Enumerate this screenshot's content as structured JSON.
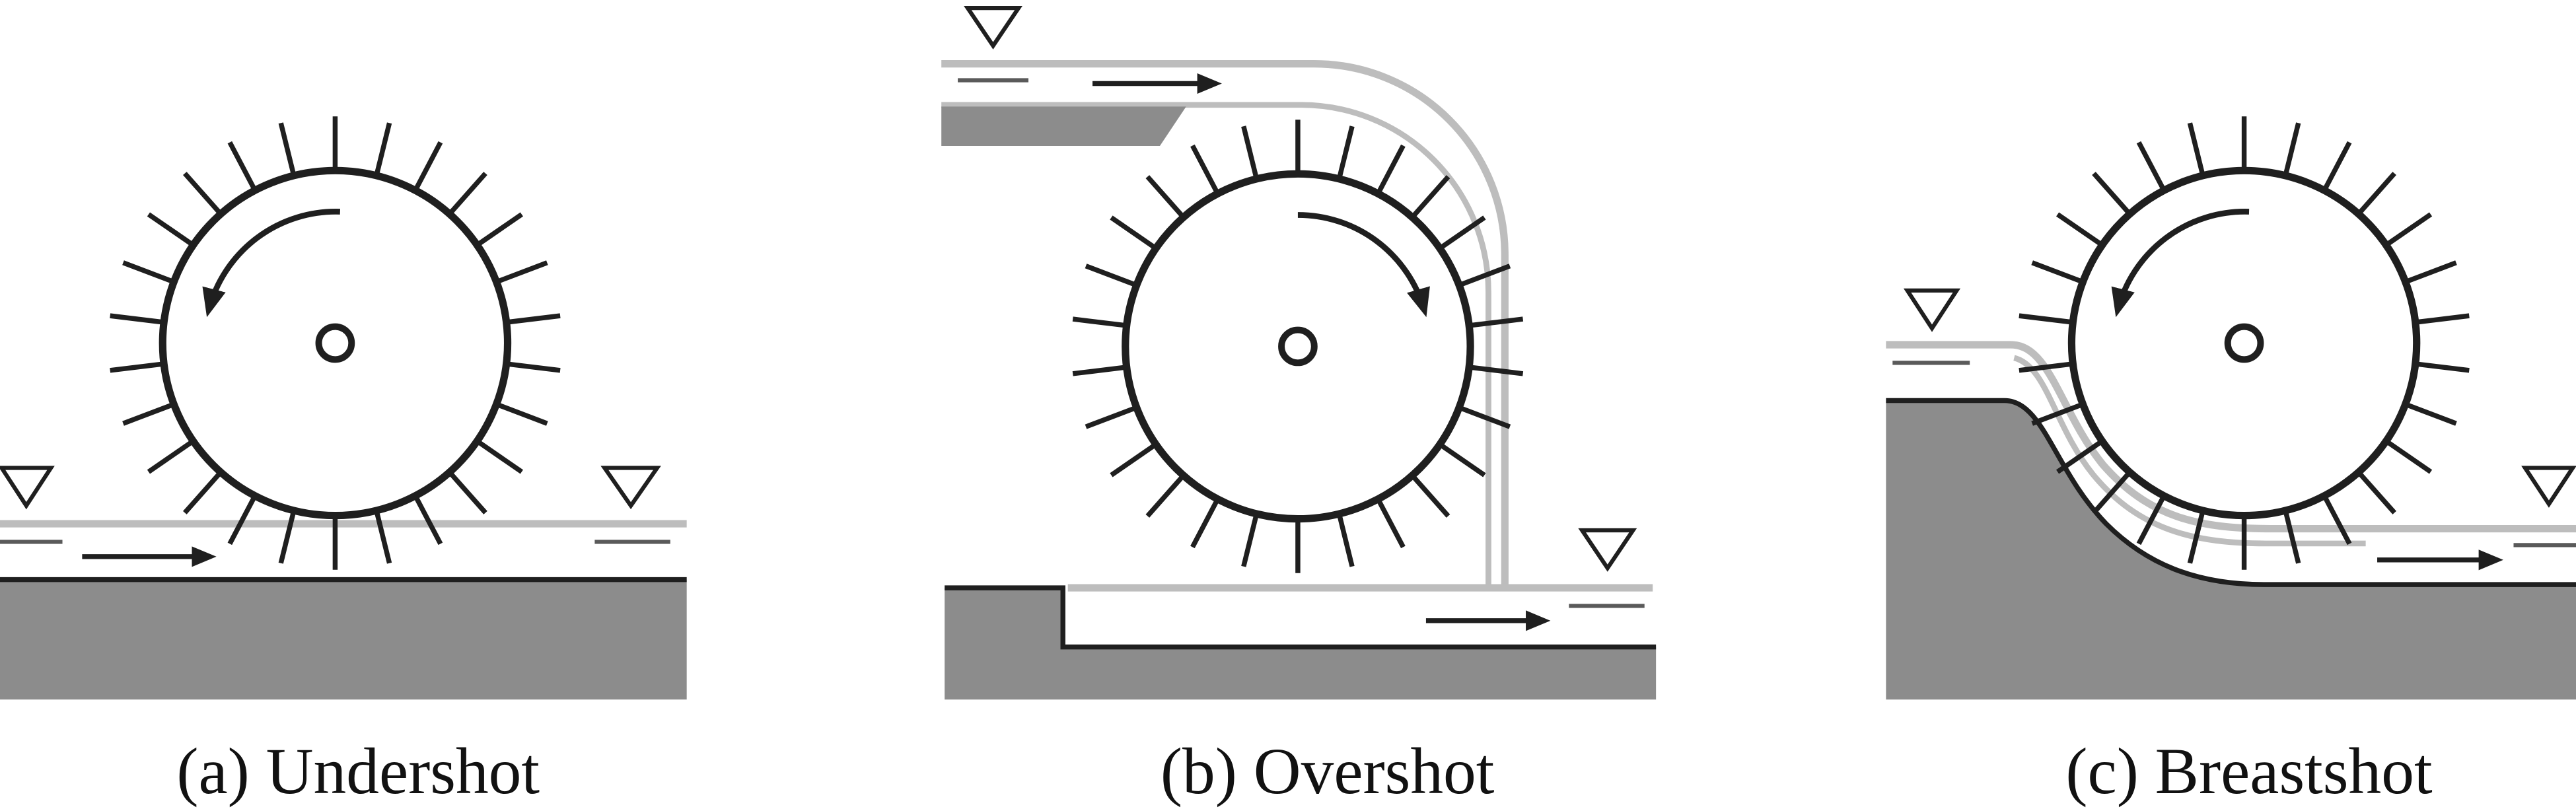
{
  "colors": {
    "ground": "#8c8c8c",
    "water": "#bdbdbd",
    "ink": "#1f1f1f",
    "mark": "#5a5a5a",
    "background": "#ffffff"
  },
  "panels": [
    {
      "caption": "(a) Undershot"
    },
    {
      "caption": "(b) Overshot"
    },
    {
      "caption": "(c) Breastshot"
    }
  ]
}
